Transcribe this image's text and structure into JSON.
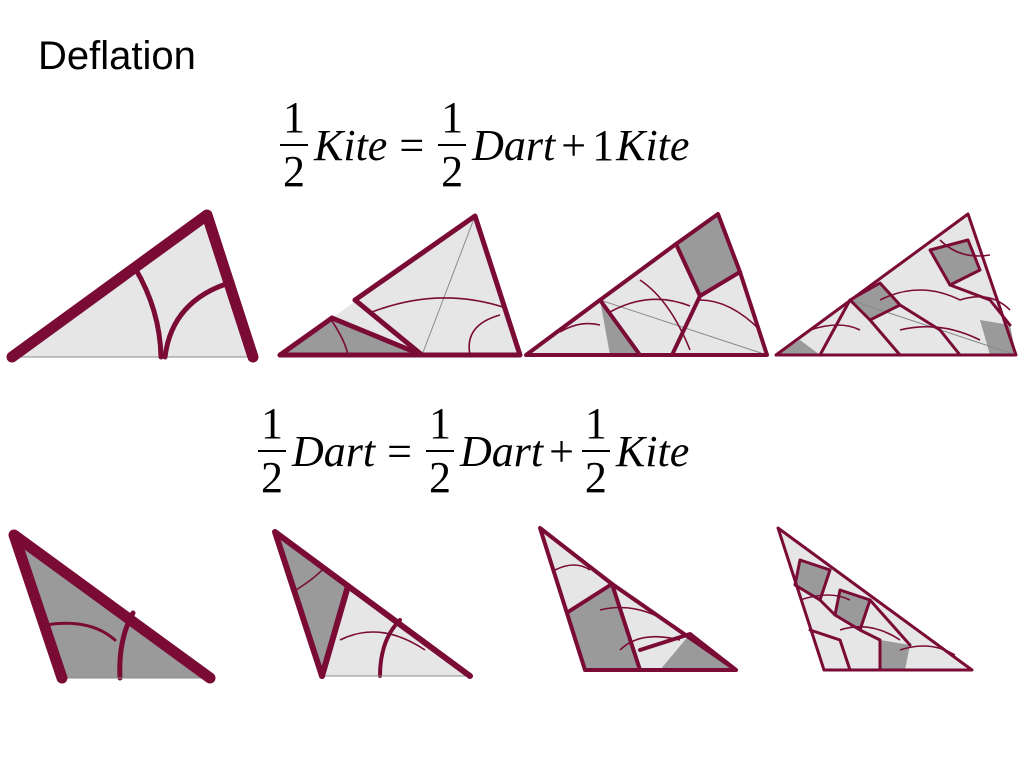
{
  "title": "Deflation",
  "equation1": {
    "lhs_num": "1",
    "lhs_den": "2",
    "lhs_word": "Kite",
    "eq": "=",
    "t1_num": "1",
    "t1_den": "2",
    "t1_word": "Dart",
    "plus": "+",
    "t2_coef": "1",
    "t2_word": "Kite"
  },
  "equation2": {
    "lhs_num": "1",
    "lhs_den": "2",
    "lhs_word": "Dart",
    "eq": "=",
    "t1_num": "1",
    "t1_den": "2",
    "t1_word": "Dart",
    "plus": "+",
    "t2_num": "1",
    "t2_den": "2",
    "t2_word": "Kite"
  },
  "colors": {
    "outline": "#7a0b35",
    "kite_fill": "#e6e6e6",
    "dart_fill": "#9a9a9a"
  }
}
